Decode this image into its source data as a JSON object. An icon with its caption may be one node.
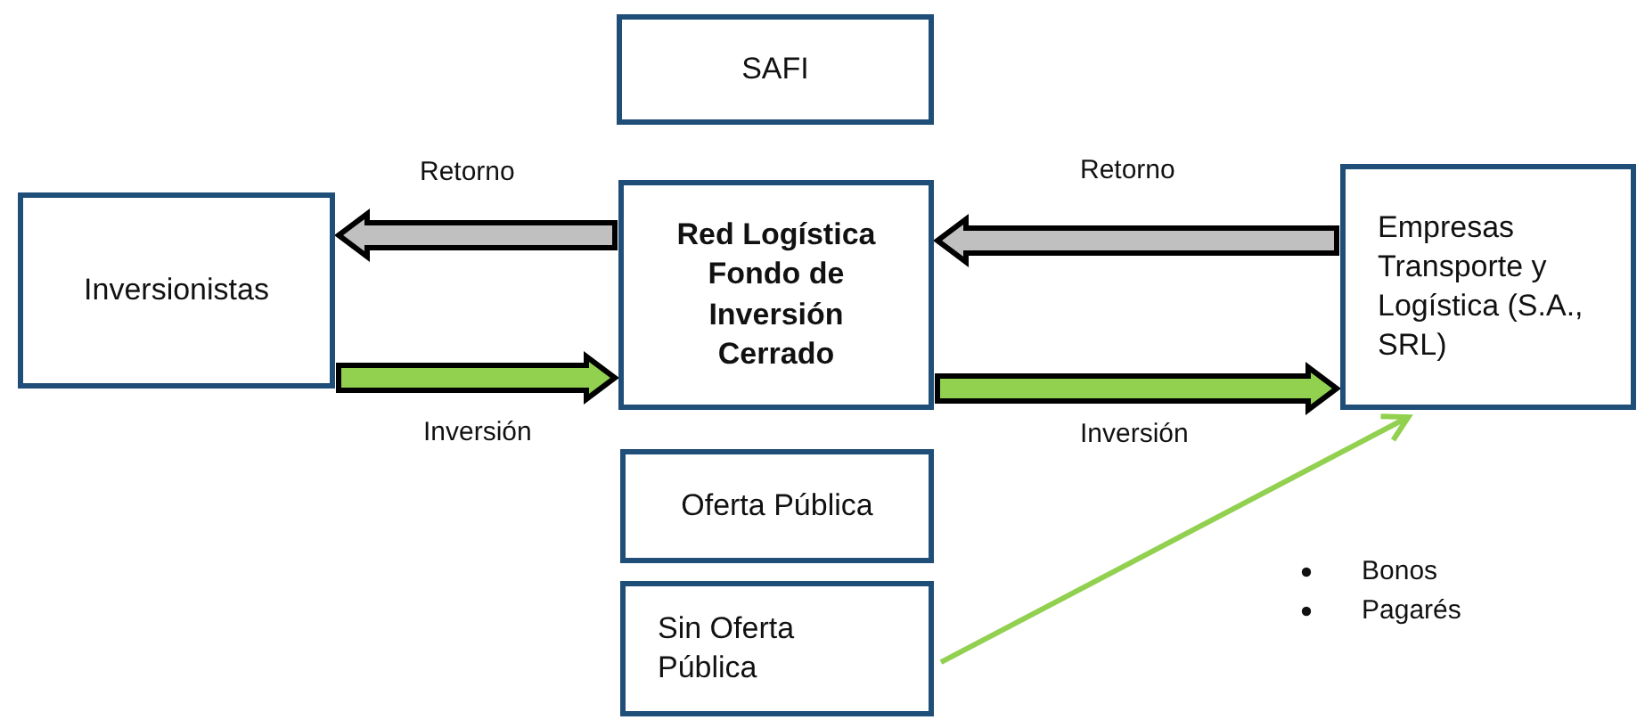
{
  "diagram": {
    "nodes": [
      {
        "text": [
          "SAFI"
        ]
      },
      {
        "text": [
          "Inversionistas"
        ]
      },
      {
        "text": [
          "Red Logística Fondo de Inversión Cerrado"
        ]
      },
      {
        "text": [
          "Empresas Transporte y Logística (S.A., SRL)"
        ]
      },
      {
        "text": [
          "Oferta Pública"
        ]
      },
      {
        "text": [
          "Sin Oferta Pública"
        ]
      }
    ],
    "edges": [
      {
        "from": 2,
        "to": 1,
        "arrow": "to",
        "label": "Retorno",
        "style": "thick",
        "color": "#c0c0c0"
      },
      {
        "from": 1,
        "to": 2,
        "arrow": "to",
        "label": "Inversión",
        "style": "thick",
        "color": "#92d050"
      },
      {
        "from": 3,
        "to": 2,
        "arrow": "to",
        "label": "Retorno",
        "style": "thick",
        "color": "#c0c0c0"
      },
      {
        "from": 2,
        "to": 3,
        "arrow": "to",
        "label": "Inversión",
        "style": "thick",
        "color": "#92d050"
      },
      {
        "from": 5,
        "to": 3,
        "arrow": "to",
        "color": "#92d050"
      }
    ],
    "labels": [
      "Bonos",
      "Pagarés"
    ]
  }
}
